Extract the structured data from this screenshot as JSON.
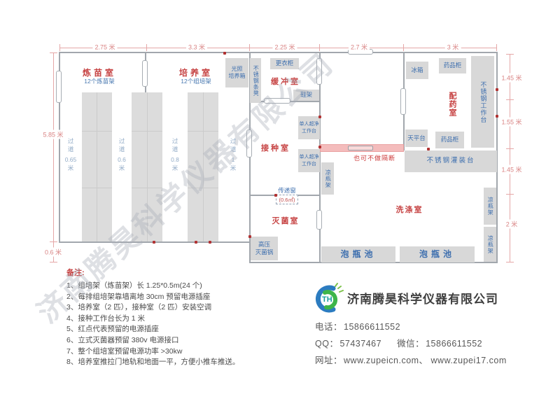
{
  "watermark": "济南腾昊科学仪器有限公司",
  "dims": {
    "top": [
      "2.75 米",
      "3.3 米",
      "2.25 米",
      "2.7 米",
      "3 米"
    ],
    "left": [
      "5.85 米",
      "0.6 米"
    ],
    "right": [
      "1.45 米",
      "1.55 米",
      "1.45 米",
      "2 米"
    ]
  },
  "rooms": {
    "lianmiao": "炼苗室",
    "lianmiao_sub": "12个炼苗架",
    "peiyang": "培养室",
    "peiyang_sub": "12个组培架",
    "huanchong": "缓冲室",
    "jiezhong": "接种室",
    "miejun": "灭菌室",
    "xidi": "洗涤室",
    "peiyao": "配药室"
  },
  "aisles": [
    {
      "word": "过道",
      "size": "0.65",
      "unit": "米"
    },
    {
      "word": "过道",
      "size": "0.6",
      "unit": "米"
    },
    {
      "word": "过道",
      "size": "0.8",
      "unit": "米"
    },
    {
      "word": "过道",
      "size": "1",
      "unit": "米"
    }
  ],
  "furniture": {
    "guangzhao_l1": "光照",
    "guangzhao_l2": "培养箱",
    "tiaodeng": "不锈钢条凳",
    "gengyigui": "更衣柜",
    "xiejia": "鞋架",
    "chaojing_l1": "单人超净",
    "chaojing_l2": "工作台",
    "liangpingjia": "凉瓶架",
    "gaoya_l1": "高压",
    "gaoya_l2": "灭菌锅",
    "paopingchi": "泡瓶池",
    "bingxiang": "冰箱",
    "yaopingui": "药品柜",
    "gongzuotai": "不锈钢工作台",
    "tianpingtai": "天平台",
    "guanzhuangtai": "不锈钢灌装台"
  },
  "annotations": {
    "pass_window": "传递窗",
    "pass_window_area": "(0.6㎡)",
    "no_partition": "也可不做隔断"
  },
  "notes": {
    "title": "备注:",
    "items": [
      "1、组培架（炼苗架）长 1.25*0.5m(24 个)",
      "2、每排组培架靠墙离地 30cm 预留电源插座",
      "3、培养室（2 匹），接种室（2 匹）安装空调",
      "4、接种工作台长为 1 米",
      "5、红点代表预留的电源插座",
      "6、立式灭菌器预留 380v 电源接口",
      "7、整个组培室预留电源功率 >30kw",
      "8、培养室推拉门地轨和地面一平，方便小推车推送。"
    ]
  },
  "footer": {
    "company": "济南腾昊科学仪器有限公司",
    "logo_monogram": "TH",
    "phone_label": "电话：",
    "phone": "15866611552",
    "qq_label": "QQ：",
    "qq": "57437467",
    "wechat_label": "微信：",
    "wechat": "15866611552",
    "web_label": "网址：",
    "web": "www.zupeicn.com、 www.zupei17.com"
  },
  "colors": {
    "wall": "#a2a7ad",
    "dimension": "#d98484",
    "room_label": "#c64242",
    "furniture_text": "#3c6eae",
    "furniture_fill": "#d8d8d8",
    "partition_band": "#f4bcbc",
    "outlet_dot": "#b13232"
  }
}
